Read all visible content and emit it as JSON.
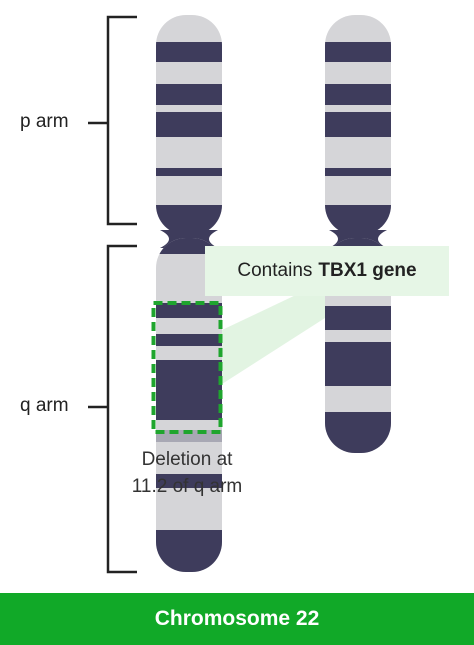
{
  "labels": {
    "p_arm": "p arm",
    "q_arm": "q arm",
    "deletion_line1": "Deletion at",
    "deletion_line2": "11.2 of q arm",
    "callout_prefix": "Contains",
    "callout_gene": "TBX1 gene",
    "footer": "Chromosome 22"
  },
  "colors": {
    "dark_band": "#3e3c5c",
    "light_band": "#d5d5d8",
    "deleted_band": "#a8a8b4",
    "callout_fill": "#e6f6e6",
    "deletion_outline": "#1fa52e",
    "footer_bg": "#11a928",
    "bracket": "#222222"
  }
}
